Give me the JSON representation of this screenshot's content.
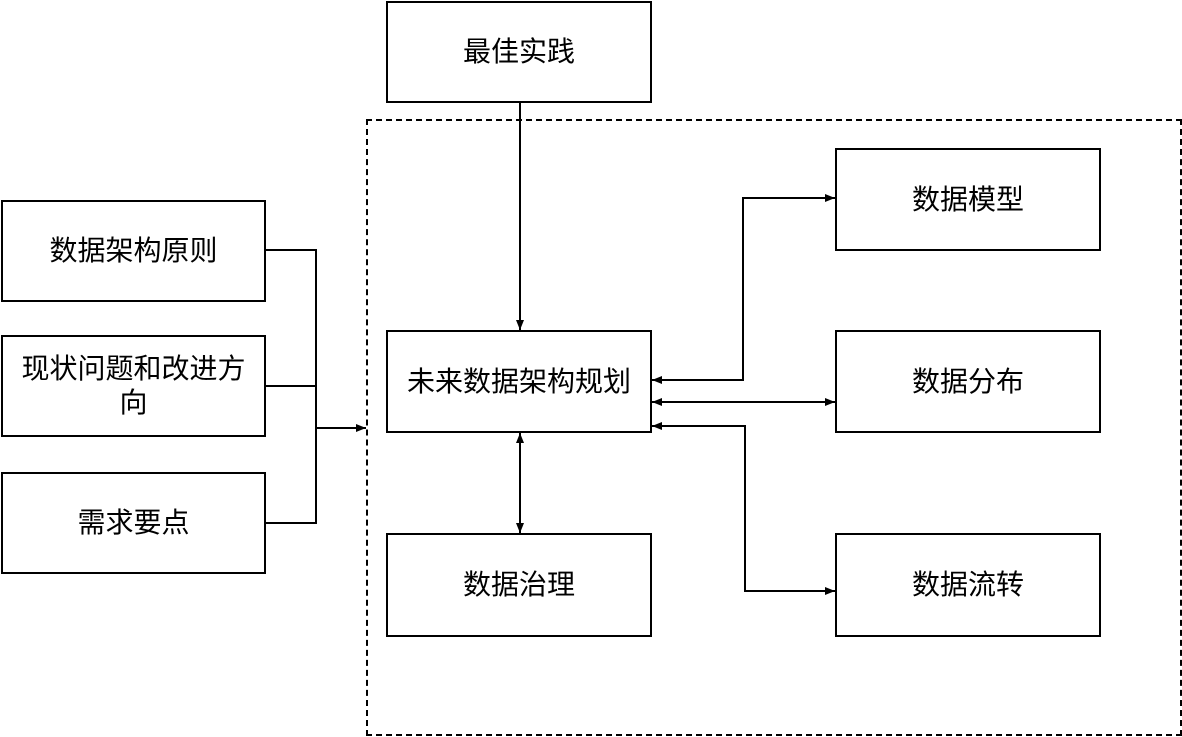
{
  "diagram": {
    "best_practice": "最佳实践",
    "principles": "数据架构原则",
    "current_issues": "现状问题和改进方向",
    "requirements": "需求要点",
    "future_planning": "未来数据架构规划",
    "data_governance": "数据治理",
    "data_model": "数据模型",
    "data_distribution": "数据分布",
    "data_flow": "数据流转"
  }
}
